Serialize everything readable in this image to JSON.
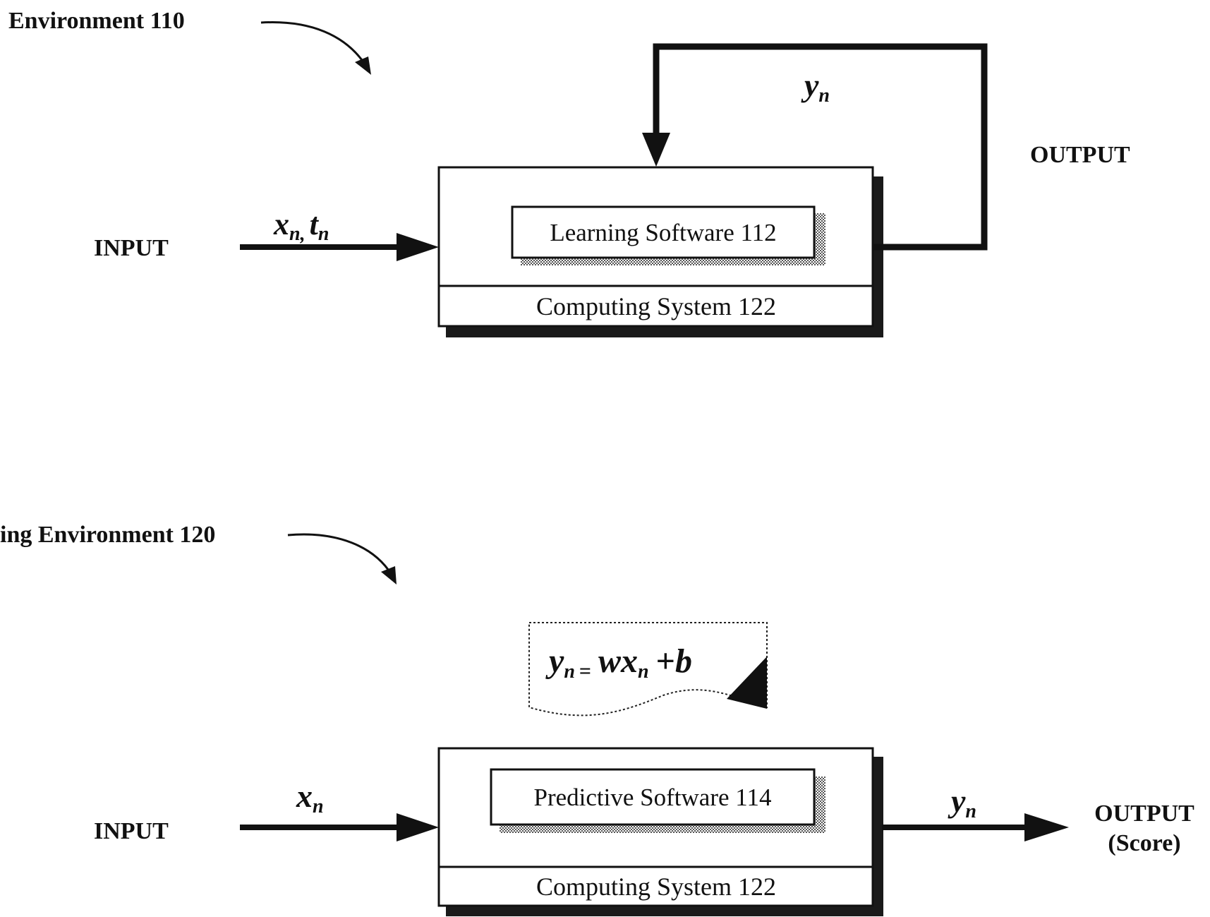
{
  "top": {
    "env_label": "Environment 110",
    "input_label": "INPUT",
    "input_var_x": "x",
    "input_var_t": "t",
    "input_sub": "n",
    "input_comma": ",",
    "software_label": "Learning Software 112",
    "system_label": "Computing System 122",
    "feedback_var": "y",
    "feedback_sub": "n",
    "output_label": "OUTPUT"
  },
  "bottom": {
    "env_label": "ing Environment 120",
    "formula_y": "y",
    "formula_sub": "n",
    "formula_eq": "=",
    "formula_w": "w",
    "formula_x": "x",
    "formula_plus": "+",
    "formula_b": "b",
    "input_label": "INPUT",
    "input_var": "x",
    "input_sub": "n",
    "software_label": "Predictive Software 114",
    "system_label": "Computing System 122",
    "output_var": "y",
    "output_sub": "n",
    "output_label": "OUTPUT",
    "output_sublabel": "(Score)"
  },
  "colors": {
    "ink": "#111111",
    "shadow": "#1a1a1a",
    "hatch": "#6b6b6b",
    "background": "#ffffff"
  }
}
